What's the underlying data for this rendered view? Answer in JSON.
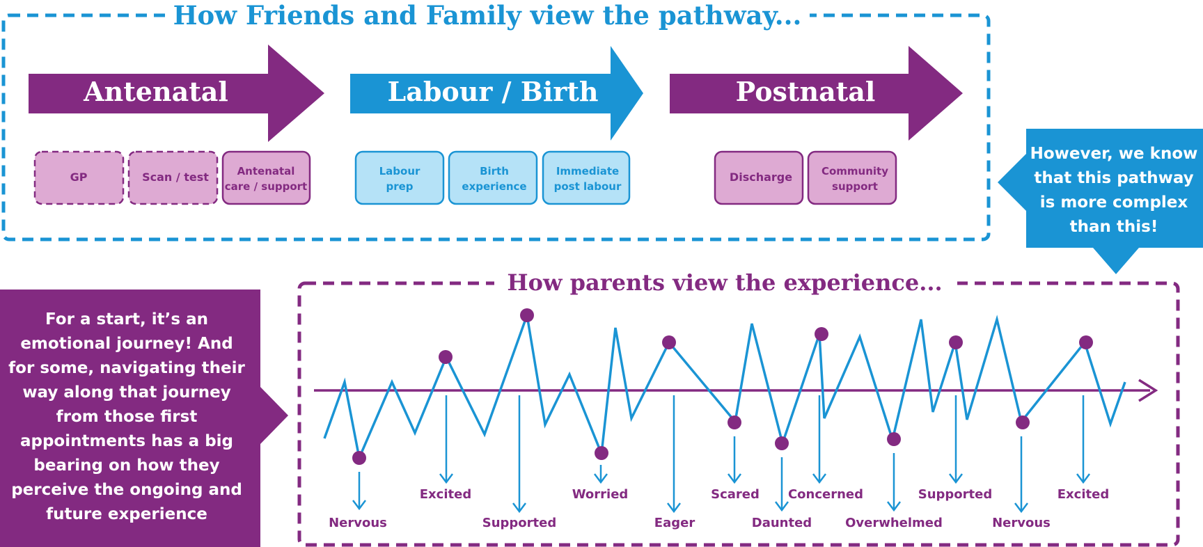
{
  "top_section": {
    "title": "How Friends and Family view the pathway...",
    "stages": [
      {
        "label": "Antenatal",
        "color": "#832a81"
      },
      {
        "label": "Labour / Birth",
        "color": "#1a94d4"
      },
      {
        "label": "Postnatal",
        "color": "#832a81"
      }
    ],
    "antenatal_boxes": [
      {
        "line1": "GP",
        "line2": "",
        "style": "dashed"
      },
      {
        "line1": "Scan / test",
        "line2": "",
        "style": "dashed"
      },
      {
        "line1": "Antenatal",
        "line2": "care / support",
        "style": "solid"
      }
    ],
    "labour_boxes": [
      {
        "line1": "Labour",
        "line2": "prep"
      },
      {
        "line1": "Birth",
        "line2": "experience"
      },
      {
        "line1": "Immediate",
        "line2": "post labour"
      }
    ],
    "postnatal_boxes": [
      {
        "line1": "Discharge",
        "line2": ""
      },
      {
        "line1": "Community",
        "line2": "support"
      }
    ]
  },
  "callout_right": {
    "lines": [
      "However, we know",
      "that this pathway",
      "is more complex",
      "than this!"
    ]
  },
  "callout_left": {
    "lines": [
      "For a start, it’s an",
      "emotional journey! And",
      "for some, navigating their",
      "way along that journey",
      "from those first",
      "appointments has a big",
      "bearing on how they",
      "perceive the ongoing and",
      "future experience"
    ]
  },
  "bottom_section": {
    "title": "How parents view the experience...",
    "emotions": [
      "Nervous",
      "Excited",
      "Supported",
      "Worried",
      "Eager",
      "Scared",
      "Daunted",
      "Concerned",
      "Overwhelmed",
      "Supported",
      "Nervous",
      "Excited"
    ]
  },
  "colors": {
    "purple": "#832a81",
    "blue": "#1a94d4",
    "light_purple": "#deaad3",
    "light_blue": "#b5e2f7"
  }
}
